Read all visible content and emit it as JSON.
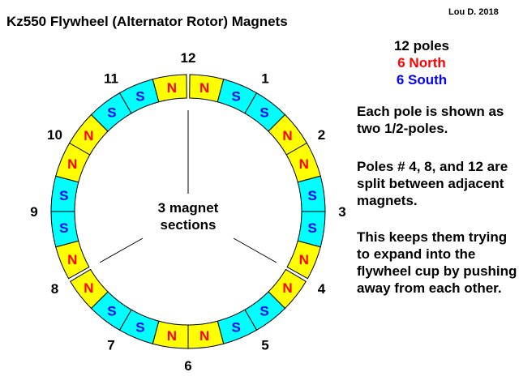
{
  "title": "Kz550 Flywheel   (Alternator Rotor)   Magnets",
  "author": "Lou D.  2018",
  "legend": {
    "poles": "12 poles",
    "north": "6 North",
    "south": "6 South"
  },
  "notes": [
    "Each pole is shown as two 1/2-poles.",
    "Poles # 4, 8, and 12 are split between adjacent magnets.",
    "This keeps them trying to expand into the flywheel cup by pushing away from each other."
  ],
  "center_label": [
    "3 magnet",
    "sections"
  ],
  "colors": {
    "north_fill": "#ffff00",
    "south_fill": "#00ffff",
    "north_text": "#ff0000",
    "south_text": "#0000ff"
  },
  "poles": [
    {
      "number": "12",
      "polarity": "N"
    },
    {
      "number": "1",
      "polarity": "S"
    },
    {
      "number": "2",
      "polarity": "N"
    },
    {
      "number": "3",
      "polarity": "S"
    },
    {
      "number": "4",
      "polarity": "N"
    },
    {
      "number": "5",
      "polarity": "S"
    },
    {
      "number": "6",
      "polarity": "N"
    },
    {
      "number": "7",
      "polarity": "S"
    },
    {
      "number": "8",
      "polarity": "N"
    },
    {
      "number": "9",
      "polarity": "S"
    },
    {
      "number": "10",
      "polarity": "N"
    },
    {
      "number": "11",
      "polarity": "S"
    }
  ],
  "split_poles": [
    "12",
    "4",
    "8"
  ]
}
